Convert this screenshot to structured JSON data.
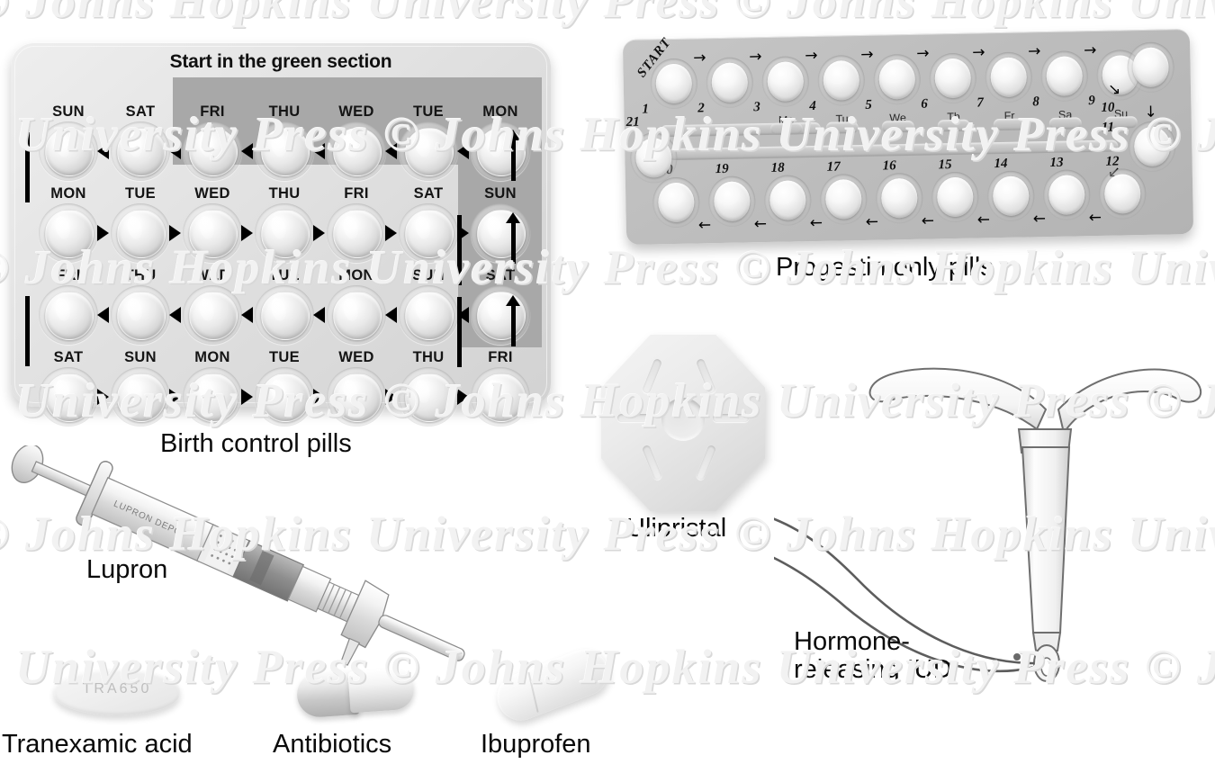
{
  "illustration": {
    "watermark_text": "© Johns Hopkins University Press",
    "background_color": "#ffffff"
  },
  "birth_control_pills": {
    "caption": "Birth control pills",
    "header": "Start in the green section",
    "green_section_color": "#a8a8a8",
    "tray_color": "#e3e3e3",
    "rows": [
      {
        "top_labels": [
          "SUN",
          "SAT",
          "FRI",
          "THU",
          "WED",
          "TUE",
          "MON"
        ],
        "direction": "left"
      },
      {
        "top_labels": [
          "MON",
          "TUE",
          "WED",
          "THU",
          "FRI",
          "SAT",
          "SUN"
        ],
        "direction": "right"
      },
      {
        "top_labels": [
          "FRI",
          "THU",
          "WED",
          "TUE",
          "MON",
          "SUN",
          "SAT"
        ],
        "direction": "left"
      },
      {
        "top_labels": [
          "SAT",
          "SUN",
          "MON",
          "TUE",
          "WED",
          "THU",
          "FRI"
        ],
        "direction": "right"
      }
    ]
  },
  "progestin_pills": {
    "caption": "Progestin only pills",
    "start_label": "START",
    "top_row_numbers": [
      "1",
      "2",
      "3",
      "4",
      "5",
      "6",
      "7",
      "8",
      "9"
    ],
    "day_labels": [
      "Mo",
      "Tu",
      "We",
      "Th",
      "Fr",
      "Sa",
      "Su"
    ],
    "right_numbers": [
      "10",
      "11"
    ],
    "bottom_row_numbers": [
      "20",
      "19",
      "18",
      "17",
      "16",
      "15",
      "14",
      "13",
      "12"
    ],
    "left_number": "21",
    "tray_color": "#bdbdbd"
  },
  "ulipristal": {
    "caption": "Ulipristal",
    "shape": "octagon-tablet-with-center-hole"
  },
  "lupron": {
    "caption": "Lupron",
    "syringe_imprint": "LUPRON DEPOT"
  },
  "hormone_iud": {
    "caption": "Hormone-\nreleasing IUD"
  },
  "tranexamic_acid": {
    "caption": "Tranexamic acid",
    "tablet_imprint": "TRA650"
  },
  "antibiotics": {
    "caption": "Antibiotics",
    "form": "capsule"
  },
  "ibuprofen": {
    "caption": "Ibuprofen",
    "form": "caplet"
  }
}
